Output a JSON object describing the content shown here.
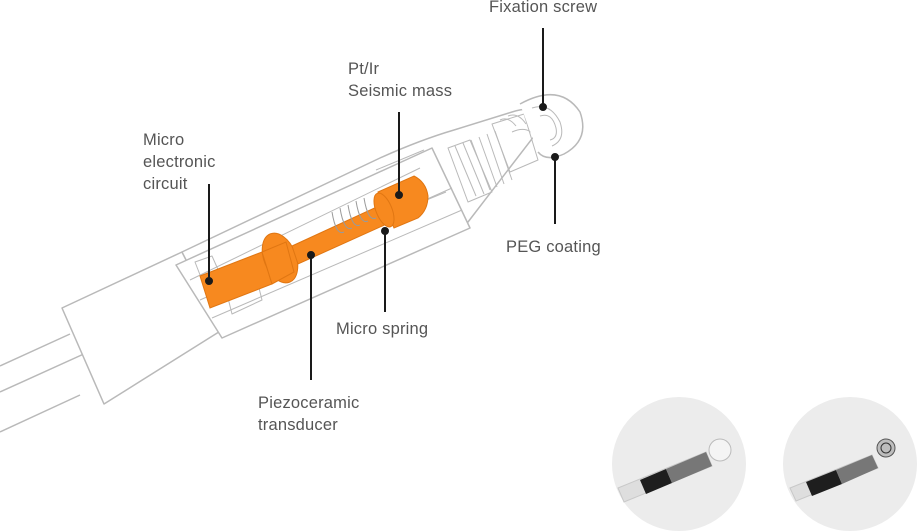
{
  "diagram": {
    "labels": {
      "fixation_screw": "Fixation screw",
      "seismic_mass": [
        "Pt/Ir",
        "Seismic mass"
      ],
      "micro_circuit": [
        "Micro",
        "electronic",
        "circuit"
      ],
      "peg_coating": "PEG coating",
      "micro_spring": "Micro spring",
      "piezo_transducer": [
        "Piezoceramic",
        "transducer"
      ]
    },
    "colors": {
      "highlight": "#f7891f",
      "outline": "#b9b9b9",
      "leader": "#1a1a1a",
      "label_text": "#555555",
      "thumb_bg": "#ececec"
    },
    "thumbnails": [
      "lead-tip-photo-rounded",
      "lead-tip-photo-screw"
    ]
  }
}
